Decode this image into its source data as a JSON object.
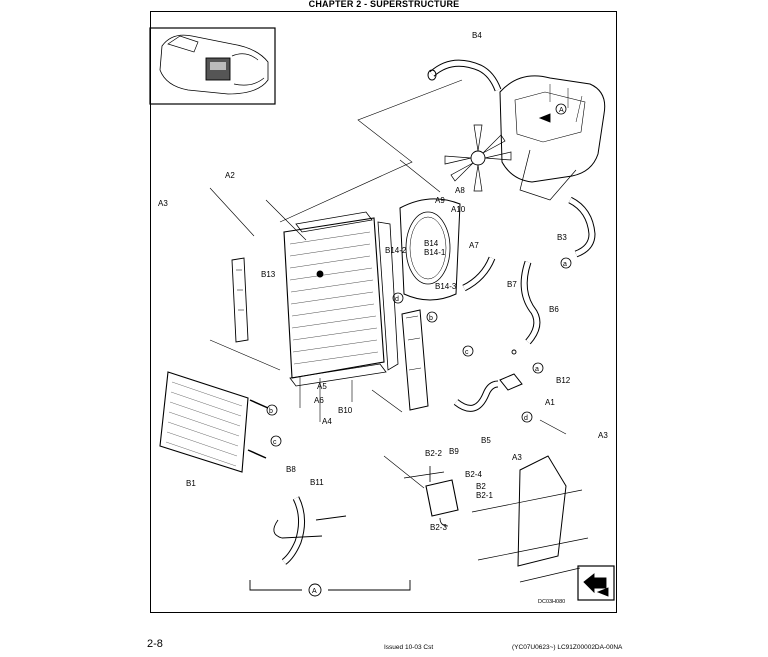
{
  "header": {
    "title": "CHAPTER 2 - SUPERSTRUCTURE"
  },
  "footer": {
    "page_number": "2-8",
    "issued": "Issued 10-03   Cst",
    "doc_code": "(YC07U0623~)   LC91Z00002DA-00NA"
  },
  "diagram": {
    "drawing_id": "DC03H080",
    "section_ref": "A",
    "callouts": [
      {
        "id": "b4",
        "text": "B4"
      },
      {
        "id": "a_top",
        "text": "A"
      },
      {
        "id": "a2",
        "text": "A2"
      },
      {
        "id": "a3_left",
        "text": "A3"
      },
      {
        "id": "a8",
        "text": "A8"
      },
      {
        "id": "a9",
        "text": "A9"
      },
      {
        "id": "a10",
        "text": "A10"
      },
      {
        "id": "b14",
        "text": "B14"
      },
      {
        "id": "b14_1",
        "text": "B14-1"
      },
      {
        "id": "b14_2",
        "text": "B14-2"
      },
      {
        "id": "a7",
        "text": "A7"
      },
      {
        "id": "b3",
        "text": "B3"
      },
      {
        "id": "a_right",
        "text": "a"
      },
      {
        "id": "b13",
        "text": "B13"
      },
      {
        "id": "d_mid",
        "text": "d"
      },
      {
        "id": "b14_3",
        "text": "B14-3"
      },
      {
        "id": "b7",
        "text": "B7"
      },
      {
        "id": "b6",
        "text": "B6"
      },
      {
        "id": "b_mid",
        "text": "b"
      },
      {
        "id": "c_mid",
        "text": "c"
      },
      {
        "id": "a_mid",
        "text": "a"
      },
      {
        "id": "b12",
        "text": "B12"
      },
      {
        "id": "a5",
        "text": "A5"
      },
      {
        "id": "a6",
        "text": "A6"
      },
      {
        "id": "a4",
        "text": "A4"
      },
      {
        "id": "b10",
        "text": "B10"
      },
      {
        "id": "b_left",
        "text": "b"
      },
      {
        "id": "c_left",
        "text": "c"
      },
      {
        "id": "b1",
        "text": "B1"
      },
      {
        "id": "b5",
        "text": "B5"
      },
      {
        "id": "a1",
        "text": "A1"
      },
      {
        "id": "d_right",
        "text": "d"
      },
      {
        "id": "a3_right",
        "text": "A3"
      },
      {
        "id": "a3_low",
        "text": "A3"
      },
      {
        "id": "b2_2",
        "text": "B2-2"
      },
      {
        "id": "b9",
        "text": "B9"
      },
      {
        "id": "b2_4",
        "text": "B2-4"
      },
      {
        "id": "b2",
        "text": "B2"
      },
      {
        "id": "b2_1",
        "text": "B2-1"
      },
      {
        "id": "b2_3",
        "text": "B2-3"
      },
      {
        "id": "b8",
        "text": "B8"
      },
      {
        "id": "b11",
        "text": "B11"
      }
    ]
  }
}
